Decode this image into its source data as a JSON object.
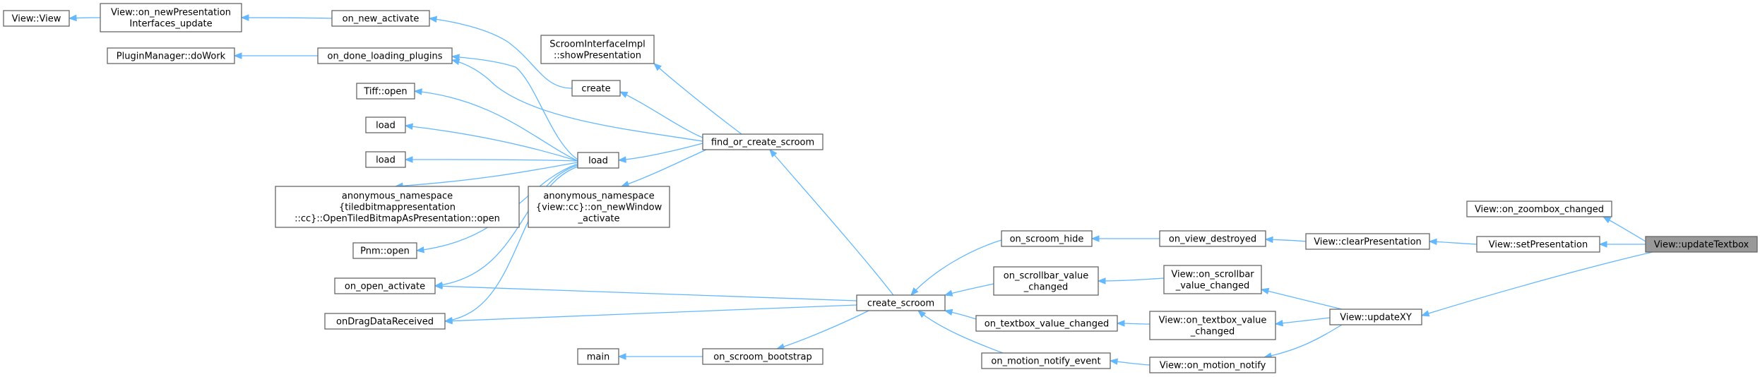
{
  "diagram": {
    "type": "call-graph",
    "edge_color": "#63b8ff",
    "node_border_color": "#666666",
    "highlight_fill": "#999999",
    "nodes": [
      {
        "id": "view_view",
        "lines": [
          "View::View"
        ]
      },
      {
        "id": "view_on_newpres",
        "lines": [
          "View::on_newPresentation",
          "Interfaces_update"
        ]
      },
      {
        "id": "on_new_activate",
        "lines": [
          "on_new_activate"
        ]
      },
      {
        "id": "pluginmanager_dowork",
        "lines": [
          "PluginManager::doWork"
        ]
      },
      {
        "id": "on_done_loading_plugins",
        "lines": [
          "on_done_loading_plugins"
        ]
      },
      {
        "id": "scroom_interface_impl",
        "lines": [
          "ScroomInterfaceImpl",
          "::showPresentation"
        ]
      },
      {
        "id": "create",
        "lines": [
          "create"
        ]
      },
      {
        "id": "tiff_open",
        "lines": [
          "Tiff::open"
        ]
      },
      {
        "id": "load_1",
        "lines": [
          "load"
        ]
      },
      {
        "id": "load_2",
        "lines": [
          "load"
        ]
      },
      {
        "id": "load_main",
        "lines": [
          "load"
        ]
      },
      {
        "id": "anon_tiled",
        "lines": [
          "anonymous_namespace",
          "{tiledbitmappresentation",
          "::cc}::OpenTiledBitmapAsPresentation::open"
        ]
      },
      {
        "id": "anon_view",
        "lines": [
          "anonymous_namespace",
          "{view::cc}::on_newWindow",
          "_activate"
        ]
      },
      {
        "id": "pnm_open",
        "lines": [
          "Pnm::open"
        ]
      },
      {
        "id": "on_open_activate",
        "lines": [
          "on_open_activate"
        ]
      },
      {
        "id": "ondragdatareceived",
        "lines": [
          "onDragDataReceived"
        ]
      },
      {
        "id": "main",
        "lines": [
          "main"
        ]
      },
      {
        "id": "on_scroom_bootstrap",
        "lines": [
          "on_scroom_bootstrap"
        ]
      },
      {
        "id": "find_or_create_scroom",
        "lines": [
          "find_or_create_scroom"
        ]
      },
      {
        "id": "create_scroom",
        "lines": [
          "create_scroom"
        ]
      },
      {
        "id": "on_scroom_hide",
        "lines": [
          "on_scroom_hide"
        ]
      },
      {
        "id": "on_scrollbar_value_changed",
        "lines": [
          "on_scrollbar_value",
          "_changed"
        ]
      },
      {
        "id": "on_textbox_value_changed",
        "lines": [
          "on_textbox_value_changed"
        ]
      },
      {
        "id": "on_motion_notify_event",
        "lines": [
          "on_motion_notify_event"
        ]
      },
      {
        "id": "on_view_destroyed",
        "lines": [
          "on_view_destroyed"
        ]
      },
      {
        "id": "view_on_scrollbar",
        "lines": [
          "View::on_scrollbar",
          "_value_changed"
        ]
      },
      {
        "id": "view_on_textbox",
        "lines": [
          "View::on_textbox_value",
          "_changed"
        ]
      },
      {
        "id": "view_on_motion_notify",
        "lines": [
          "View::on_motion_notify"
        ]
      },
      {
        "id": "view_clear_presentation",
        "lines": [
          "View::clearPresentation"
        ]
      },
      {
        "id": "view_set_presentation",
        "lines": [
          "View::setPresentation"
        ]
      },
      {
        "id": "view_on_zoombox_changed",
        "lines": [
          "View::on_zoombox_changed"
        ]
      },
      {
        "id": "view_updatexy",
        "lines": [
          "View::updateXY"
        ]
      },
      {
        "id": "view_updatetextbox",
        "lines": [
          "View::updateTextbox"
        ],
        "highlight": true
      }
    ],
    "edges": [
      {
        "from": "view_on_newpres",
        "to": "view_view"
      },
      {
        "from": "on_new_activate",
        "to": "view_on_newpres"
      },
      {
        "from": "create",
        "to": "on_new_activate"
      },
      {
        "from": "on_done_loading_plugins",
        "to": "pluginmanager_dowork"
      },
      {
        "from": "load_main",
        "to": "on_done_loading_plugins"
      },
      {
        "from": "find_or_create_scroom",
        "to": "on_done_loading_plugins"
      },
      {
        "from": "find_or_create_scroom",
        "to": "scroom_interface_impl"
      },
      {
        "from": "find_or_create_scroom",
        "to": "create"
      },
      {
        "from": "load_main",
        "to": "tiff_open"
      },
      {
        "from": "load_main",
        "to": "load_1"
      },
      {
        "from": "load_main",
        "to": "load_2"
      },
      {
        "from": "load_main",
        "to": "anon_tiled"
      },
      {
        "from": "load_main",
        "to": "pnm_open"
      },
      {
        "from": "load_main",
        "to": "on_open_activate"
      },
      {
        "from": "load_main",
        "to": "ondragdatareceived"
      },
      {
        "from": "find_or_create_scroom",
        "to": "load_main"
      },
      {
        "from": "find_or_create_scroom",
        "to": "anon_view"
      },
      {
        "from": "create_scroom",
        "to": "find_or_create_scroom"
      },
      {
        "from": "create_scroom",
        "to": "on_open_activate"
      },
      {
        "from": "create_scroom",
        "to": "ondragdatareceived"
      },
      {
        "from": "on_scroom_bootstrap",
        "to": "main"
      },
      {
        "from": "create_scroom",
        "to": "on_scroom_bootstrap"
      },
      {
        "from": "on_scroom_hide",
        "to": "create_scroom"
      },
      {
        "from": "on_scrollbar_value_changed",
        "to": "create_scroom"
      },
      {
        "from": "on_textbox_value_changed",
        "to": "create_scroom"
      },
      {
        "from": "on_motion_notify_event",
        "to": "create_scroom"
      },
      {
        "from": "on_view_destroyed",
        "to": "on_scroom_hide"
      },
      {
        "from": "view_on_scrollbar",
        "to": "on_scrollbar_value_changed"
      },
      {
        "from": "view_on_textbox",
        "to": "on_textbox_value_changed"
      },
      {
        "from": "view_on_motion_notify",
        "to": "on_motion_notify_event"
      },
      {
        "from": "view_clear_presentation",
        "to": "on_view_destroyed"
      },
      {
        "from": "view_updatexy",
        "to": "view_on_scrollbar"
      },
      {
        "from": "view_updatexy",
        "to": "view_on_textbox"
      },
      {
        "from": "view_updatexy",
        "to": "view_on_motion_notify"
      },
      {
        "from": "view_set_presentation",
        "to": "view_clear_presentation"
      },
      {
        "from": "view_updatetextbox",
        "to": "view_on_zoombox_changed"
      },
      {
        "from": "view_updatetextbox",
        "to": "view_set_presentation"
      },
      {
        "from": "view_updatetextbox",
        "to": "view_updatexy"
      }
    ]
  }
}
